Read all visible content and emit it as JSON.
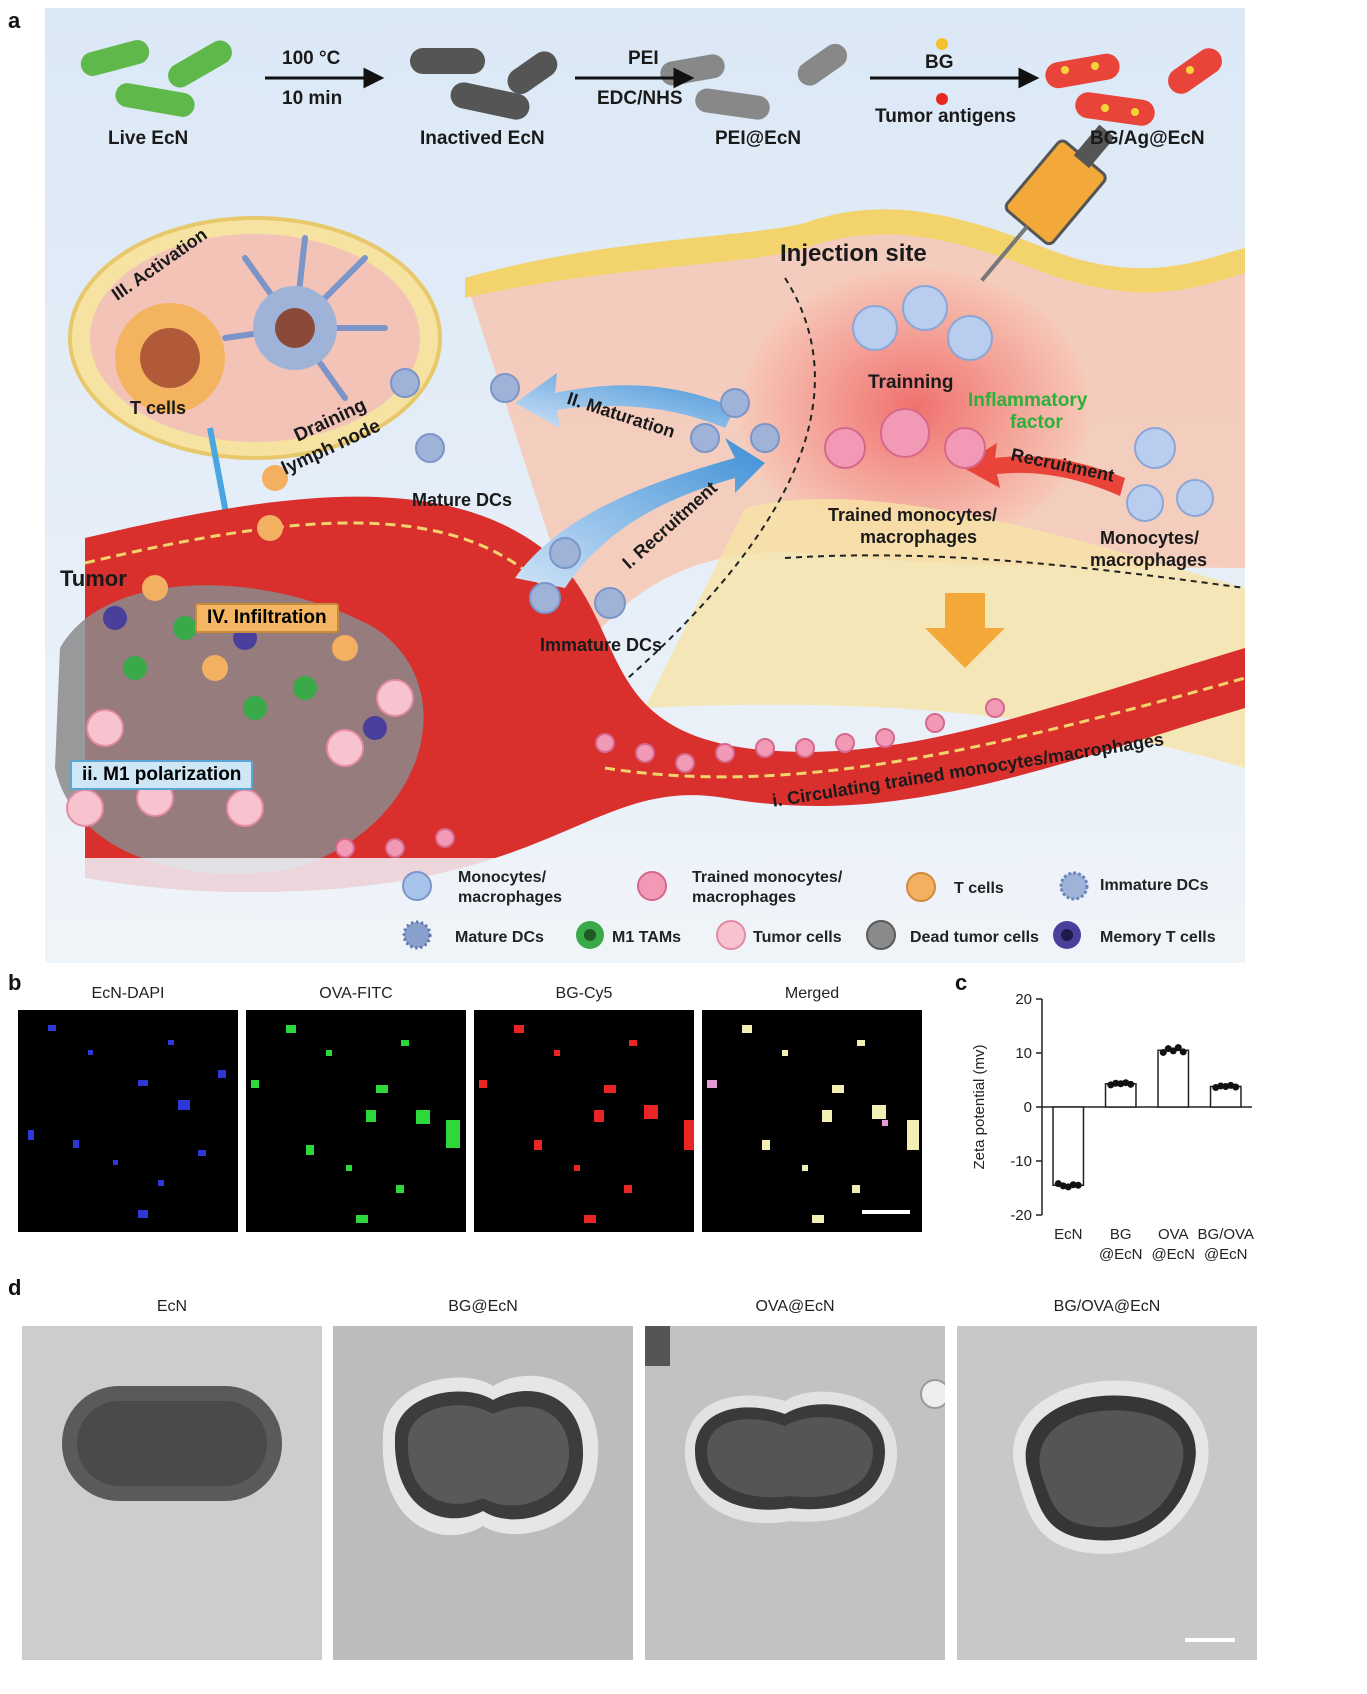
{
  "panels": {
    "a": "a",
    "b": "b",
    "c": "c",
    "d": "d"
  },
  "panel_a": {
    "flow": {
      "steps": [
        "Live EcN",
        "Inactived EcN",
        "PEI@EcN",
        "BG/Ag@EcN"
      ],
      "arrow1_top": "100 °C",
      "arrow1_bottom": "10 min",
      "arrow2_top": "PEI",
      "arrow2_bottom": "EDC/NHS",
      "arrow3_top": "BG",
      "arrow3_bottom": "Tumor antigens"
    },
    "labels": {
      "injection_site": "Injection site",
      "trainning": "Trainning",
      "inflammatory_factor_1": "Inflammatory",
      "inflammatory_factor_2": "factor",
      "recruitment_right": "Recruitment",
      "monocytes_1": "Monocytes/",
      "monocytes_2": "macrophages",
      "trained_1": "Trained monocytes/",
      "trained_2": "macrophages",
      "activation": "III. Activation",
      "t_cells": "T cells",
      "draining_1": "Draining",
      "draining_2": "lymph node",
      "maturation": "II. Maturation",
      "mature_dcs": "Mature DCs",
      "recruitment_left": "I. Recruitment",
      "immature_dcs": "Immature DCs",
      "tumor": "Tumor",
      "infiltration": "IV. Infiltration",
      "m1_polarization": "ii. M1 polarization",
      "circulating": "i. Circulating trained monocytes/macrophages"
    },
    "legend": [
      {
        "text1": "Monocytes/",
        "text2": "macrophages",
        "icon": "monocyte-icon",
        "color": "#a9c4ea"
      },
      {
        "text1": "Trained monocytes/",
        "text2": "macrophages",
        "icon": "trained-monocyte-icon",
        "color": "#f29ab5"
      },
      {
        "text1": "T cells",
        "text2": "",
        "icon": "t-cell-icon",
        "color": "#f2b060"
      },
      {
        "text1": "Immature DCs",
        "text2": "",
        "icon": "immature-dc-icon",
        "color": "#9fb3d8"
      },
      {
        "text1": "Mature DCs",
        "text2": "",
        "icon": "mature-dc-icon",
        "color": "#8aa0cc"
      },
      {
        "text1": "M1 TAMs",
        "text2": "",
        "icon": "m1-tam-icon",
        "color": "#3aa94a"
      },
      {
        "text1": "Tumor cells",
        "text2": "",
        "icon": "tumor-cell-icon",
        "color": "#f7c3cf"
      },
      {
        "text1": "Dead tumor cells",
        "text2": "",
        "icon": "dead-tumor-cell-icon",
        "color": "#8a8a8a"
      },
      {
        "text1": "Memory T cells",
        "text2": "",
        "icon": "memory-t-cell-icon",
        "color": "#4a3f9a"
      }
    ]
  },
  "panel_b": {
    "channels": [
      "EcN-DAPI",
      "OVA-FITC",
      "BG-Cy5",
      "Merged"
    ]
  },
  "chart_data": {
    "type": "bar",
    "categories": [
      "EcN",
      "BG\n@EcN",
      "OVA\n@EcN",
      "BG/OVA\n@EcN"
    ],
    "category_lines": [
      [
        "EcN"
      ],
      [
        "BG",
        "@EcN"
      ],
      [
        "OVA",
        "@EcN"
      ],
      [
        "BG/OVA",
        "@EcN"
      ]
    ],
    "values": [
      -14.5,
      4.3,
      10.5,
      3.8
    ],
    "points": [
      [
        -14.2,
        -14.6,
        -14.8,
        -14.4,
        -14.5
      ],
      [
        4.1,
        4.4,
        4.3,
        4.5,
        4.2
      ],
      [
        10.1,
        10.8,
        10.4,
        11.0,
        10.2
      ],
      [
        3.6,
        3.9,
        3.8,
        4.0,
        3.7
      ]
    ],
    "ylabel": "Zeta potential (mv)",
    "ylim": [
      -20,
      20
    ],
    "yticks": [
      -20,
      -10,
      0,
      10,
      20
    ]
  },
  "panel_d": {
    "samples": [
      "EcN",
      "BG@EcN",
      "OVA@EcN",
      "BG/OVA@EcN"
    ]
  }
}
